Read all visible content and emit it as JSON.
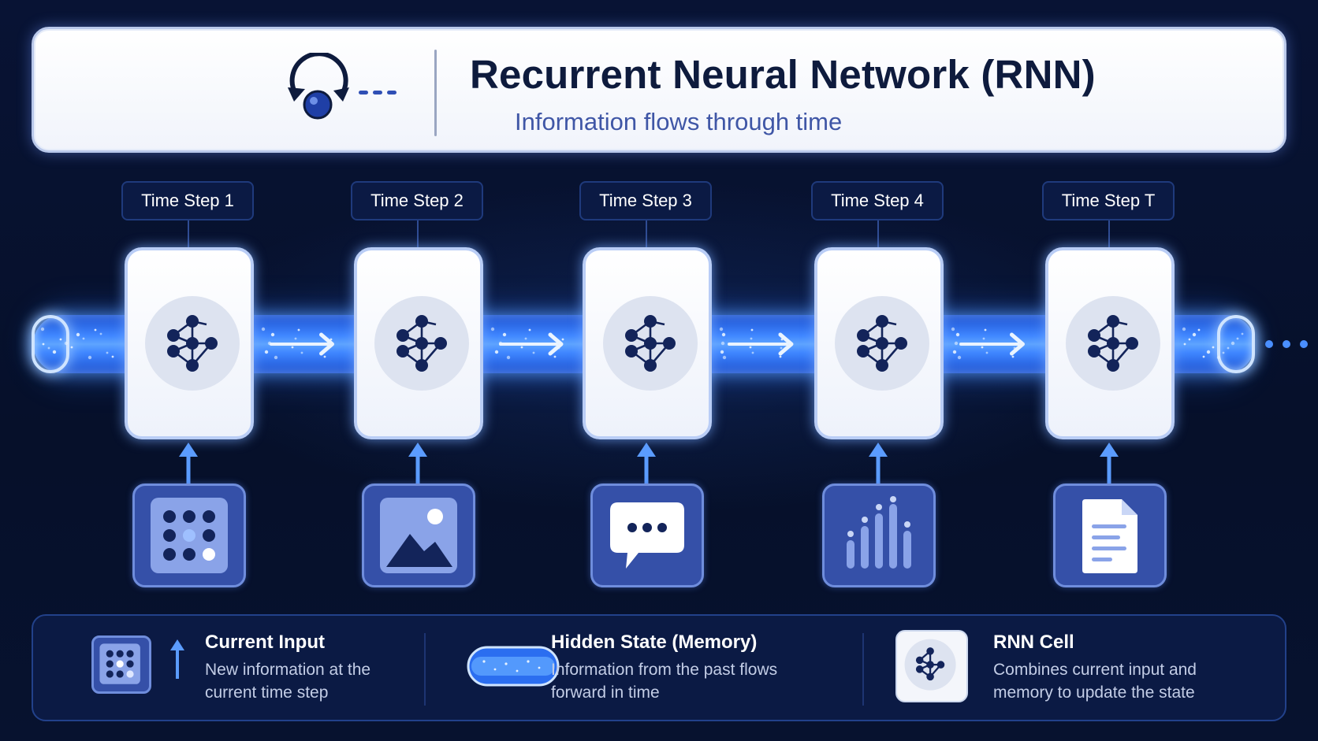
{
  "header": {
    "title": "Recurrent Neural Network (RNN)",
    "subtitle": "Information flows through time",
    "logo_icon": "recurrent-loop-icon"
  },
  "time_steps": [
    {
      "label": "Time Step 1",
      "input_icon": "data-grid-icon"
    },
    {
      "label": "Time Step 2",
      "input_icon": "image-icon"
    },
    {
      "label": "Time Step 3",
      "input_icon": "chat-bubble-icon"
    },
    {
      "label": "Time Step 4",
      "input_icon": "bar-chart-icon"
    },
    {
      "label": "Time Step T",
      "input_icon": "document-icon"
    }
  ],
  "legend": {
    "items": [
      {
        "title": "Current Input",
        "line1": "New information at the",
        "line2": "current time step",
        "icon": "data-grid-icon"
      },
      {
        "title": "Hidden State (Memory)",
        "line1": "Information from the past flows",
        "line2": "forward in time",
        "icon": "hidden-state-band-icon"
      },
      {
        "title": "RNN Cell",
        "line1": "Combines current input and",
        "line2": "memory to update the state",
        "icon": "network-node-icon"
      }
    ]
  },
  "colors": {
    "background": "#07112e",
    "band": "#3f86ff",
    "cell_border": "#b9cdf6",
    "node": "#13245a",
    "input_tile": "#3550a8",
    "arrow": "#5b9cff"
  }
}
